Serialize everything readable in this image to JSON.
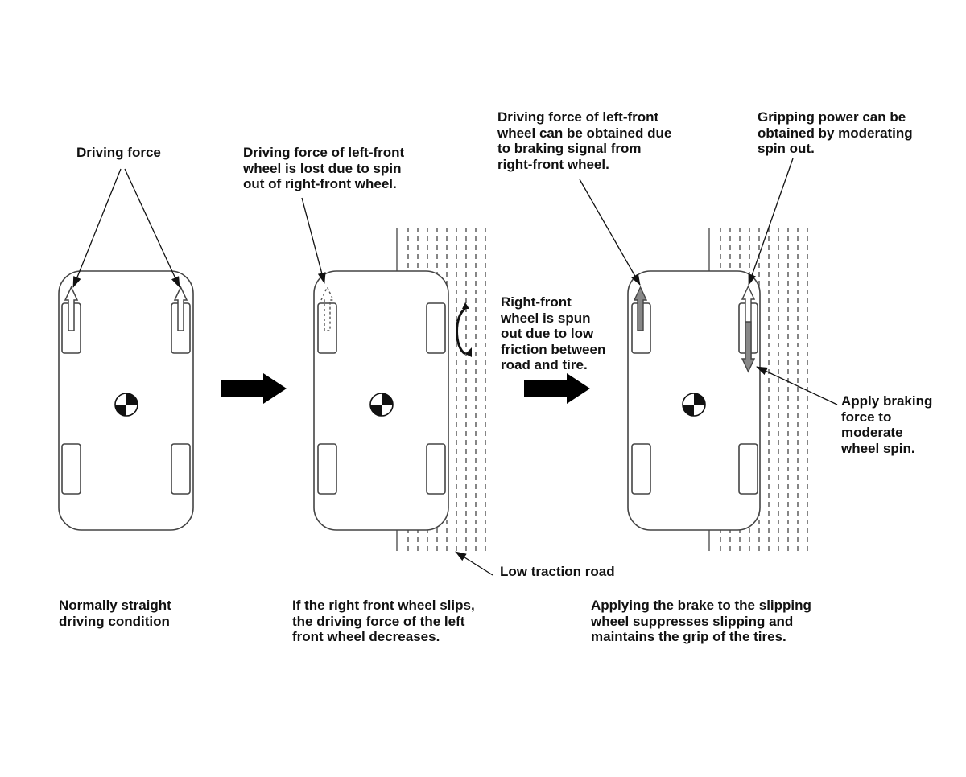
{
  "labels": {
    "driving_force": "Driving force",
    "left_front_lost": "Driving force of left-front\nwheel is lost due to spin\nout of right-front wheel.",
    "left_front_obtained": "Driving force of left-front\nwheel can be obtained due\nto braking signal from\nright-front wheel.",
    "gripping_power": "Gripping power can be\nobtained by moderating\nspin out.",
    "right_front_spun": "Right-front\nwheel is spun\nout due to low\nfriction between\nroad and tire.",
    "apply_braking": "Apply braking\nforce to\nmoderate\nwheel spin.",
    "low_traction_road": "Low traction road"
  },
  "captions": {
    "normal": "Normally straight\ndriving condition",
    "slip": "If the right front wheel slips,\nthe driving force of the left\nfront wheel decreases.",
    "brake": "Applying the brake to the slipping\nwheel suppresses slipping and\nmaintains the grip of the tires."
  },
  "icons": {
    "transition_arrow": "right-arrow-icon",
    "center_of_gravity": "center-of-gravity-icon",
    "wheel_spin": "rotation-arrow-icon"
  },
  "colors": {
    "line": "#333333",
    "fill_arrow": "#000000",
    "grey_arrow": "#888888"
  }
}
